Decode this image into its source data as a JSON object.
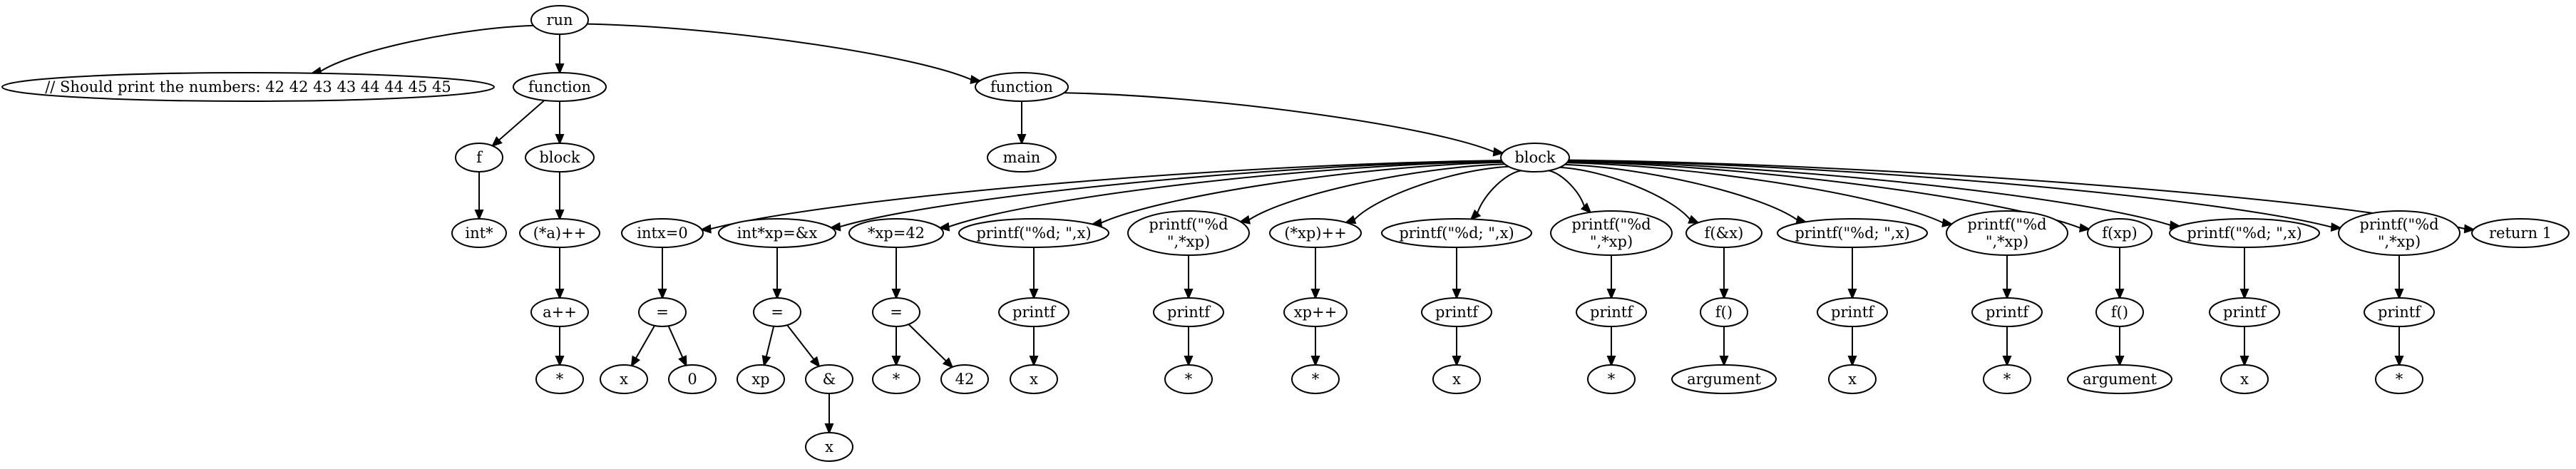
{
  "nodes": {
    "run": "run",
    "comment": "// Should print the numbers: 42 42 43 43 44 44 45 45",
    "function1": "function",
    "function2": "function",
    "f": "f",
    "block1": "block",
    "main": "main",
    "block2": "block",
    "int_ptr": "int*",
    "deref_a_inc": "(*a)++",
    "a_inc": "a++",
    "star1": "*",
    "intx0": "intx=0",
    "eq1": "=",
    "x1": "x",
    "zero": "0",
    "intxp": "int*xp=&x",
    "eq2": "=",
    "xp": "xp",
    "amp": "&",
    "x2": "x",
    "xp42": "*xp=42",
    "eq3": "=",
    "star2": "*",
    "forty_two": "42",
    "printf_x1": "printf(\"%d; \",x)",
    "printf1": "printf",
    "x3": "x",
    "printf_xp1": [
      "printf(\"%d",
      "\",*xp)"
    ],
    "printf2": "printf",
    "star3": "*",
    "xp_inc": "(*xp)++",
    "xp_inc_inner": "xp++",
    "star4": "*",
    "printf_x2": "printf(\"%d; \",x)",
    "printf3": "printf",
    "x4": "x",
    "printf_xp2": [
      "printf(\"%d",
      "\",*xp)"
    ],
    "printf4": "printf",
    "star5": "*",
    "f_amp_x": "f(&x)",
    "f_call1": "f()",
    "argument1": "argument",
    "printf_x3": "printf(\"%d; \",x)",
    "printf5": "printf",
    "x5": "x",
    "printf_xp3": [
      "printf(\"%d",
      "\",*xp)"
    ],
    "printf6": "printf",
    "star6": "*",
    "f_xp": "f(xp)",
    "f_call2": "f()",
    "argument2": "argument",
    "printf_x4": "printf(\"%d; \",x)",
    "printf7": "printf",
    "x6": "x",
    "printf_xp4": [
      "printf(\"%d",
      "\",*xp)"
    ],
    "printf8": "printf",
    "star7": "*",
    "return1": "return 1"
  }
}
